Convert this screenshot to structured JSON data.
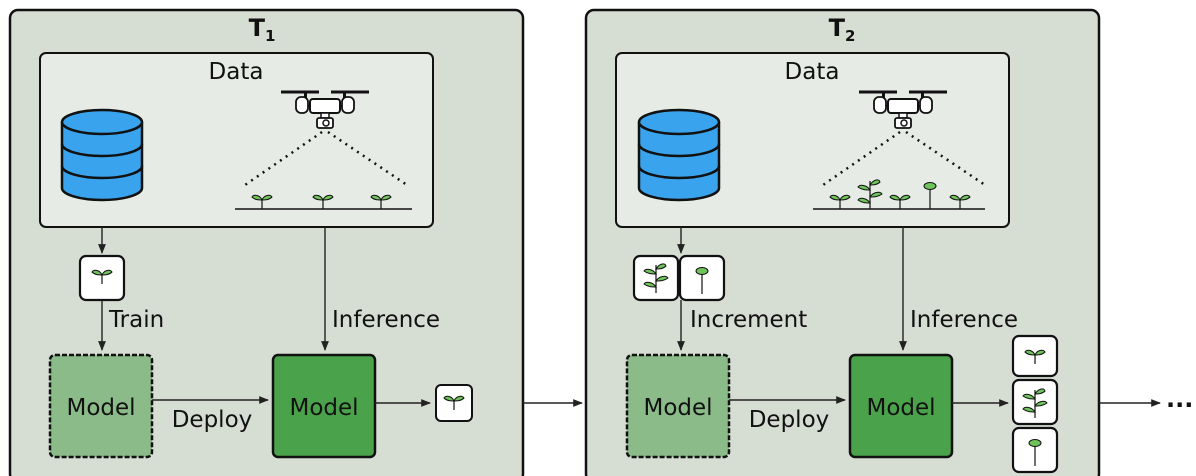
{
  "colors": {
    "panel_fill": "#d6ddd3",
    "data_box_fill": "#e6ebe5",
    "model_trained": "#4aa24a",
    "model_untrained": "#8abb88",
    "db_blue": "#3aa3ee",
    "plant_green": "#6ec35a"
  },
  "panels": [
    {
      "title_letter": "T",
      "title_sub": "1",
      "data_label": "Data",
      "train_label": "Train",
      "inference_label": "Inference",
      "model_untrained_label": "Model",
      "deploy_label": "Deploy",
      "model_trained_label": "Model"
    },
    {
      "title_letter": "T",
      "title_sub": "2",
      "data_label": "Data",
      "train_label": "Increment",
      "inference_label": "Inference",
      "model_untrained_label": "Model",
      "deploy_label": "Deploy",
      "model_trained_label": "Model"
    }
  ],
  "continuation": "..."
}
